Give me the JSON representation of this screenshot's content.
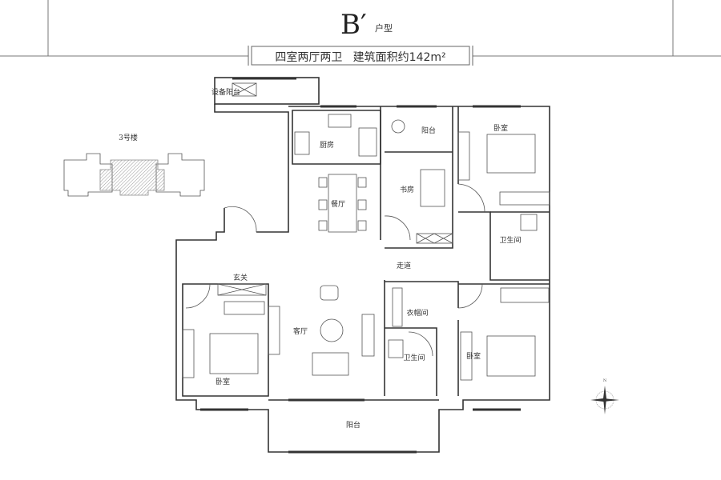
{
  "header": {
    "unit_type": "B′",
    "unit_suffix": "户型",
    "summary": "四室两厅两卫   建筑面积约142m²"
  },
  "key_plan": {
    "building_label": "3号楼"
  },
  "compass": {
    "north_label": "N"
  },
  "rooms": {
    "equipment_balcony": "设备阳台",
    "kitchen": "厨房",
    "dining": "餐厅",
    "balcony_north": "阳台",
    "study": "书房",
    "bedroom_ne": "卧室",
    "bathroom_e": "卫生间",
    "corridor": "走道",
    "foyer": "玄关",
    "living": "客厅",
    "walk_in_closet": "衣帽间",
    "bathroom_s": "卫生间",
    "bedroom_sw": "卧室",
    "bedroom_se": "卧室",
    "balcony_south": "阳台"
  },
  "colors": {
    "line": "#333333",
    "hatch": "#999999"
  }
}
